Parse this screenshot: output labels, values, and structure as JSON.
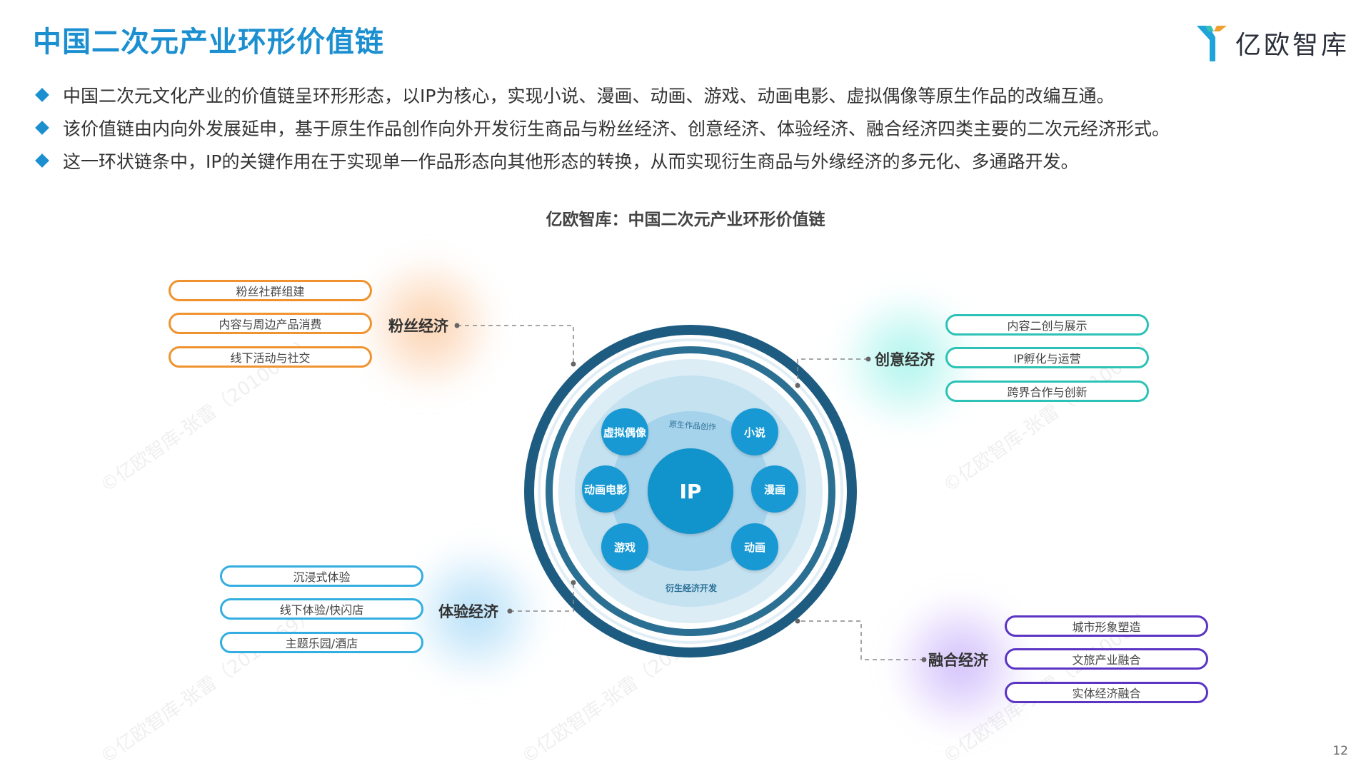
{
  "header": {
    "title": "中国二次元产业环形价值链",
    "logo_text": "亿欧智库"
  },
  "bullets": [
    "中国二次元文化产业的价值链呈环形形态，以IP为核心，实现小说、漫画、动画、游戏、动画电影、虚拟偶像等原生作品的改编互通。",
    "该价值链由内向外发展延申，基于原生作品创作向外开发衍生商品与粉丝经济、创意经济、体验经济、融合经济四类主要的二次元经济形式。",
    "这一环状链条中，IP的关键作用在于实现单一作品形态向其他形态的转换，从而实现衍生商品与外缘经济的多元化、多通路开发。"
  ],
  "diagram": {
    "title": "亿欧智库：中国二次元产业环形价值链",
    "core": "IP",
    "inner_ring_label": "原生作品创作",
    "outer_ring_label": "衍生经济开发",
    "works": [
      "虚拟偶像",
      "小说",
      "动画电影",
      "漫画",
      "游戏",
      "动画"
    ],
    "economies": {
      "fan": {
        "label": "粉丝经济",
        "color": "#f0932f",
        "items": [
          "粉丝社群组建",
          "内容与周边产品消费",
          "线下活动与社交"
        ]
      },
      "creative": {
        "label": "创意经济",
        "color": "#2cc2b7",
        "items": [
          "内容二创与展示",
          "IP孵化与运营",
          "跨界合作与创新"
        ]
      },
      "experience": {
        "label": "体验经济",
        "color": "#34aee0",
        "items": [
          "沉浸式体验",
          "线下体验/快闪店",
          "主题乐园/酒店"
        ]
      },
      "fusion": {
        "label": "融合经济",
        "color": "#5b34c4",
        "items": [
          "城市形象塑造",
          "文旅产业融合",
          "实体经济融合"
        ]
      }
    }
  },
  "watermark": "©亿欧智库-张雷（2010069）",
  "page_number": "12"
}
